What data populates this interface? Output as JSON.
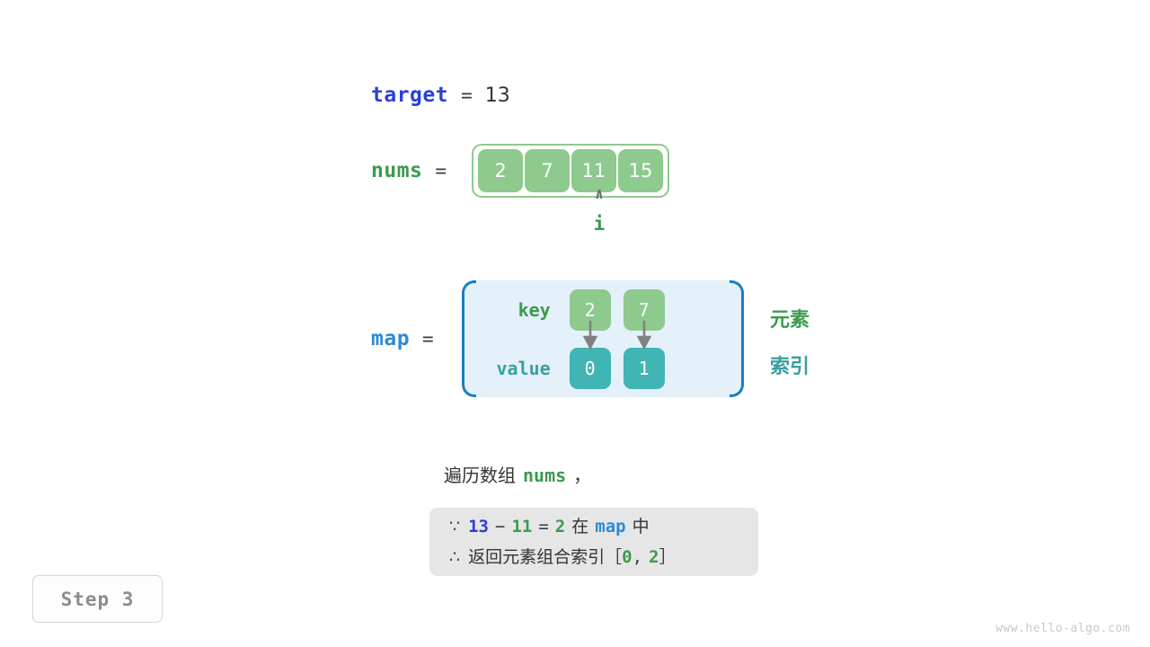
{
  "target": {
    "name": "target",
    "equals": "=",
    "value": "13"
  },
  "nums": {
    "name": "nums",
    "equals": "=",
    "cells": [
      "2",
      "7",
      "11",
      "15"
    ],
    "pointer": {
      "caret": "∧",
      "label": "i",
      "index": 2
    }
  },
  "map": {
    "name": "map",
    "equals": "=",
    "key_label": "key",
    "value_label": "value",
    "keys": [
      "2",
      "7"
    ],
    "values": [
      "0",
      "1"
    ],
    "legend_key": "元素",
    "legend_value": "索引"
  },
  "caption": {
    "prefix": "遍历数组",
    "code": "nums",
    "suffix": "，"
  },
  "note": {
    "line1": {
      "symbol": "∵",
      "a": "13",
      "op1": "−",
      "b": "11",
      "op2": "=",
      "c": "2",
      "mid": "在",
      "map": "map",
      "tail": "中"
    },
    "line2": {
      "symbol": "∴",
      "text": "返回元素组合索引",
      "bracket_open": "［",
      "i0": "0",
      "comma": ",",
      "i1": "2",
      "bracket_close": "］"
    }
  },
  "step_badge": "Step 3",
  "watermark": "www.hello-algo.com",
  "colors": {
    "blue_var": "#2a40d8",
    "light_blue_var": "#2b8bd4",
    "green_var": "#3c9a4e",
    "green_fill": "#8ec98e",
    "teal_fill": "#41b4b4",
    "panel_fill": "#e4f0fa",
    "panel_border": "#1a7fc1",
    "note_fill": "#e6e6e6",
    "arrow": "#808080"
  }
}
